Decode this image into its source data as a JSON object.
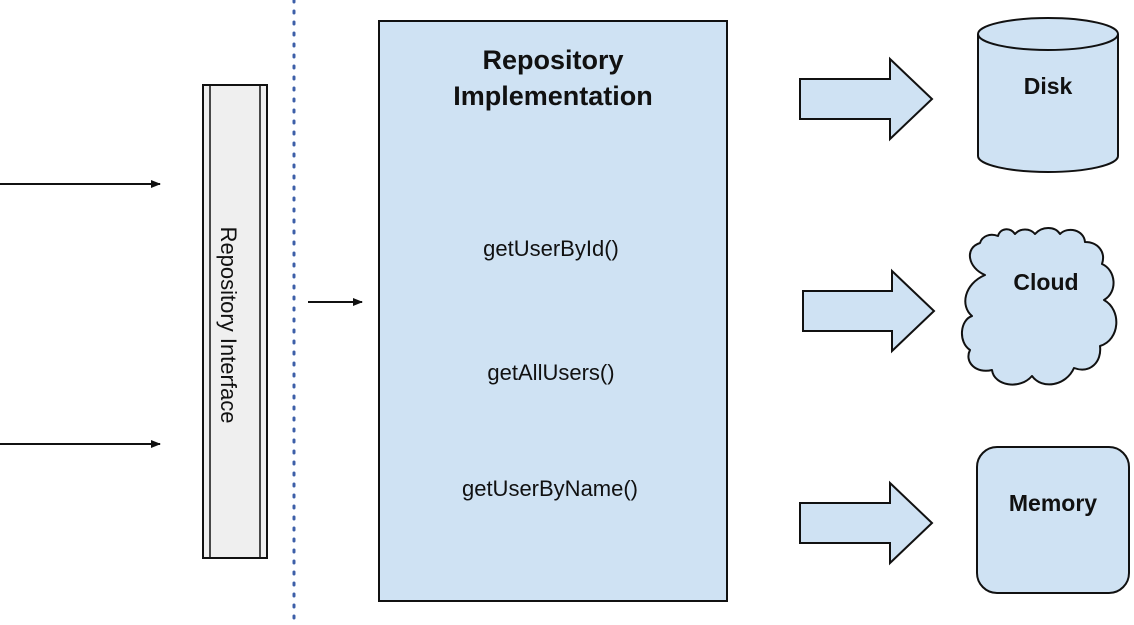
{
  "colors": {
    "box_fill": "#cfe2f3",
    "interface_fill": "#efefef",
    "stroke": "#111111",
    "divider": "#3d5fa8"
  },
  "interface": {
    "label": "Repository Interface"
  },
  "implementation": {
    "title_line1": "Repository",
    "title_line2": "Implementation",
    "methods": [
      "getUserById()",
      "getAllUsers()",
      "getUserByName()"
    ]
  },
  "storage": {
    "disk": {
      "label": "Disk",
      "shape": "cylinder"
    },
    "cloud": {
      "label": "Cloud",
      "shape": "cloud"
    },
    "memory": {
      "label": "Memory",
      "shape": "rounded-rectangle"
    }
  }
}
